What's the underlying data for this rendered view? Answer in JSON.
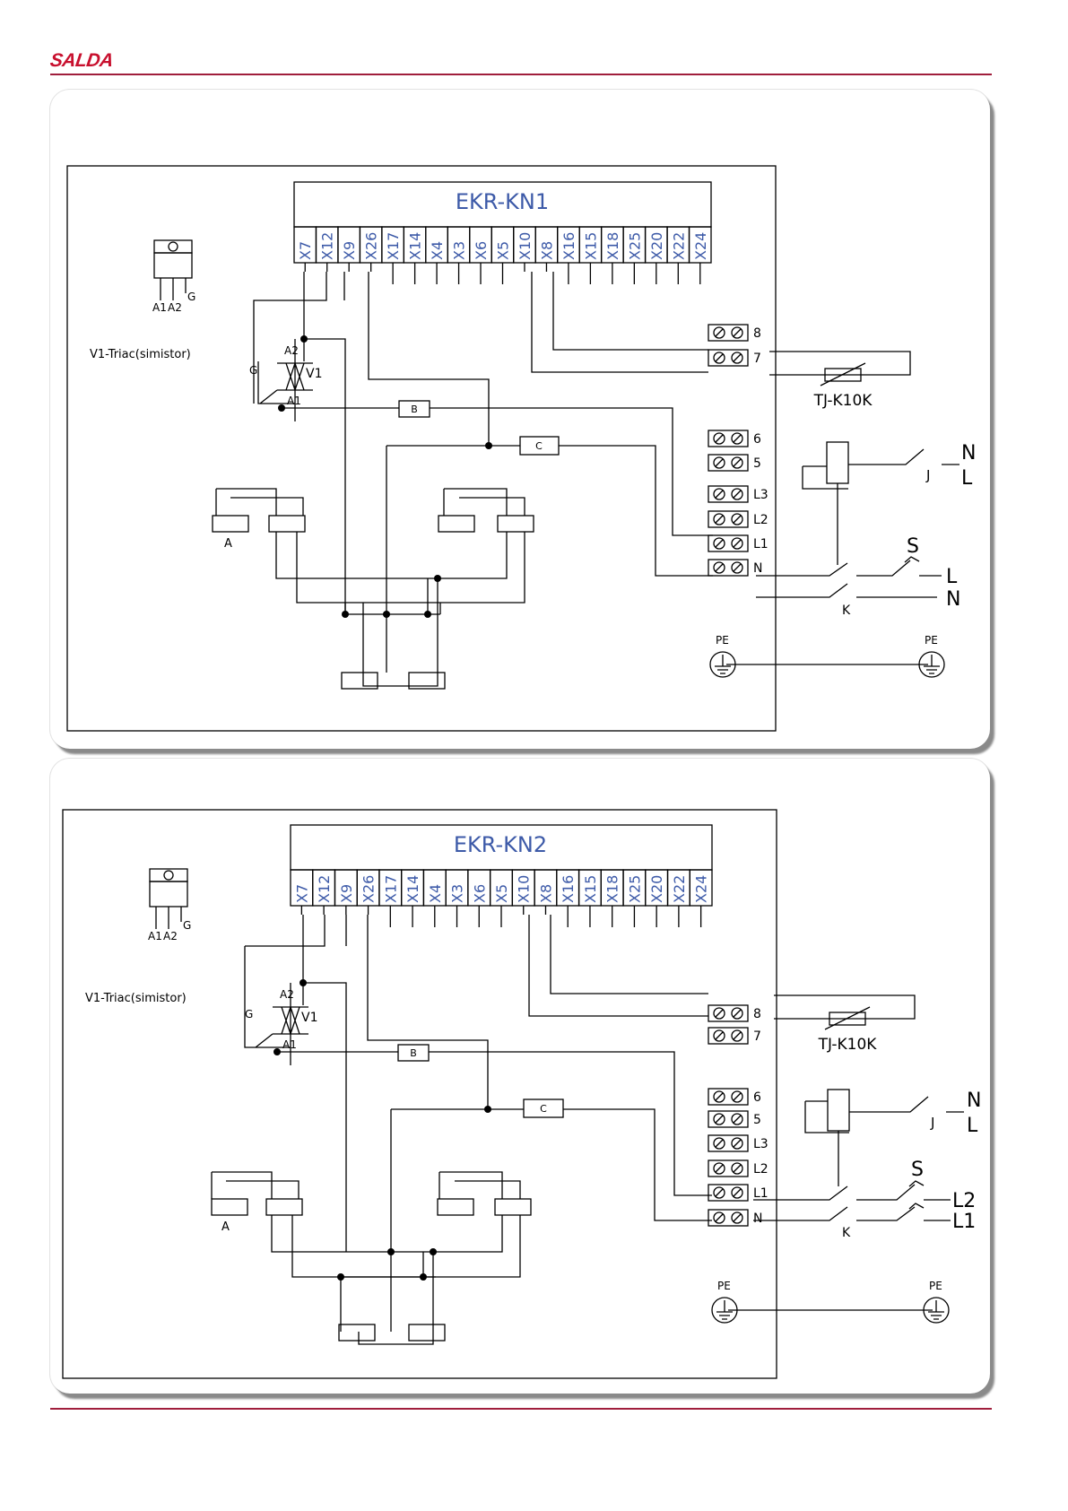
{
  "header": {
    "brand": "SALDA"
  },
  "terminal_labels": [
    "X7",
    "X12",
    "X9",
    "X26",
    "X17",
    "X14",
    "X4",
    "X3",
    "X6",
    "X5",
    "X10",
    "X8",
    "X16",
    "X15",
    "X18",
    "X25",
    "X20",
    "X22",
    "X24"
  ],
  "diagrams": [
    {
      "controller_label": "EKR-KN1",
      "triac_label": "V1-Triac(simistor)",
      "pins": [
        "A1",
        "A2",
        "G"
      ],
      "triac_marks": {
        "a2": "A2",
        "a1": "A1",
        "g": "G",
        "v1": "V1"
      },
      "sensor_label": "TJ-K10K",
      "block_terminals": [
        "8",
        "7",
        "6",
        "5",
        "L3",
        "L2",
        "L1",
        "N"
      ],
      "heater_b": "B",
      "heater_c": "C",
      "group_a": "A",
      "contactor_k": "K",
      "relay_j": "J",
      "switch_s": "S",
      "supply_top": [
        "N",
        "L"
      ],
      "supply_bottom": [
        "L",
        "N"
      ],
      "pe": [
        "PE",
        "PE"
      ]
    },
    {
      "controller_label": "EKR-KN2",
      "triac_label": "V1-Triac(simistor)",
      "pins": [
        "A1",
        "A2",
        "G"
      ],
      "triac_marks": {
        "a2": "A2",
        "a1": "A1",
        "g": "G",
        "v1": "V1"
      },
      "sensor_label": "TJ-K10K",
      "block_terminals": [
        "8",
        "7",
        "6",
        "5",
        "L3",
        "L2",
        "L1",
        "N"
      ],
      "heater_b": "B",
      "heater_c": "C",
      "group_a": "A",
      "contactor_k": "K",
      "relay_j": "J",
      "switch_s": "S",
      "supply_top": [
        "N",
        "L"
      ],
      "supply_bottom": [
        "L2",
        "L1"
      ],
      "pe": [
        "PE",
        "PE"
      ]
    }
  ]
}
